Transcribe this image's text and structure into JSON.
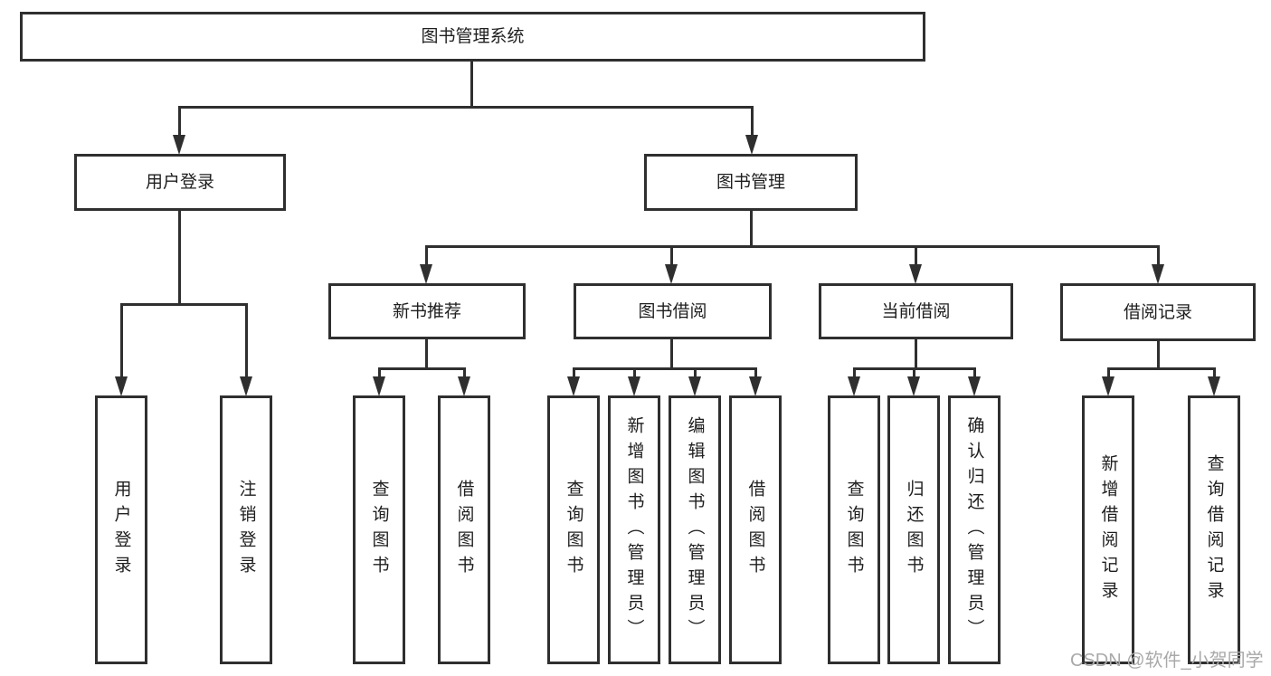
{
  "diagram": {
    "title": "图书管理系统",
    "type": "tree",
    "nodes": {
      "root": "图书管理系统",
      "user_login": "用户登录",
      "book_management": "图书管理",
      "new_book_recommend": "新书推荐",
      "book_borrow": "图书借阅",
      "current_borrow": "当前借阅",
      "borrow_record": "借阅记录",
      "leaves": {
        "user_login": "用户登录",
        "logout": "注销登录",
        "rec_query_book": "查询图书",
        "rec_borrow_book": "借阅图书",
        "bb_query_book": "查询图书",
        "bb_add_book": "新增图书（管理员）",
        "bb_edit_book": "编辑图书（管理员）",
        "bb_borrow_book": "借阅图书",
        "cb_query_book": "查询图书",
        "cb_return_book": "归还图书",
        "cb_confirm_return": "确认归还（管理员）",
        "br_add_record": "新增借阅记录",
        "br_query_record": "查询借阅记录"
      }
    },
    "hierarchy": {
      "图书管理系统": {
        "用户登录": [
          "用户登录",
          "注销登录"
        ],
        "图书管理": {
          "新书推荐": [
            "查询图书",
            "借阅图书"
          ],
          "图书借阅": [
            "查询图书",
            "新增图书（管理员）",
            "编辑图书（管理员）",
            "借阅图书"
          ],
          "当前借阅": [
            "查询图书",
            "归还图书",
            "确认归还（管理员）"
          ],
          "借阅记录": [
            "新增借阅记录",
            "查询借阅记录"
          ]
        }
      }
    }
  },
  "watermark": {
    "text": "CSDN @软件_小贺同学"
  },
  "colors": {
    "line": "#2f2f2f",
    "text": "#1e1e1e",
    "watermark": "#a9a9a9",
    "background": "#ffffff"
  }
}
